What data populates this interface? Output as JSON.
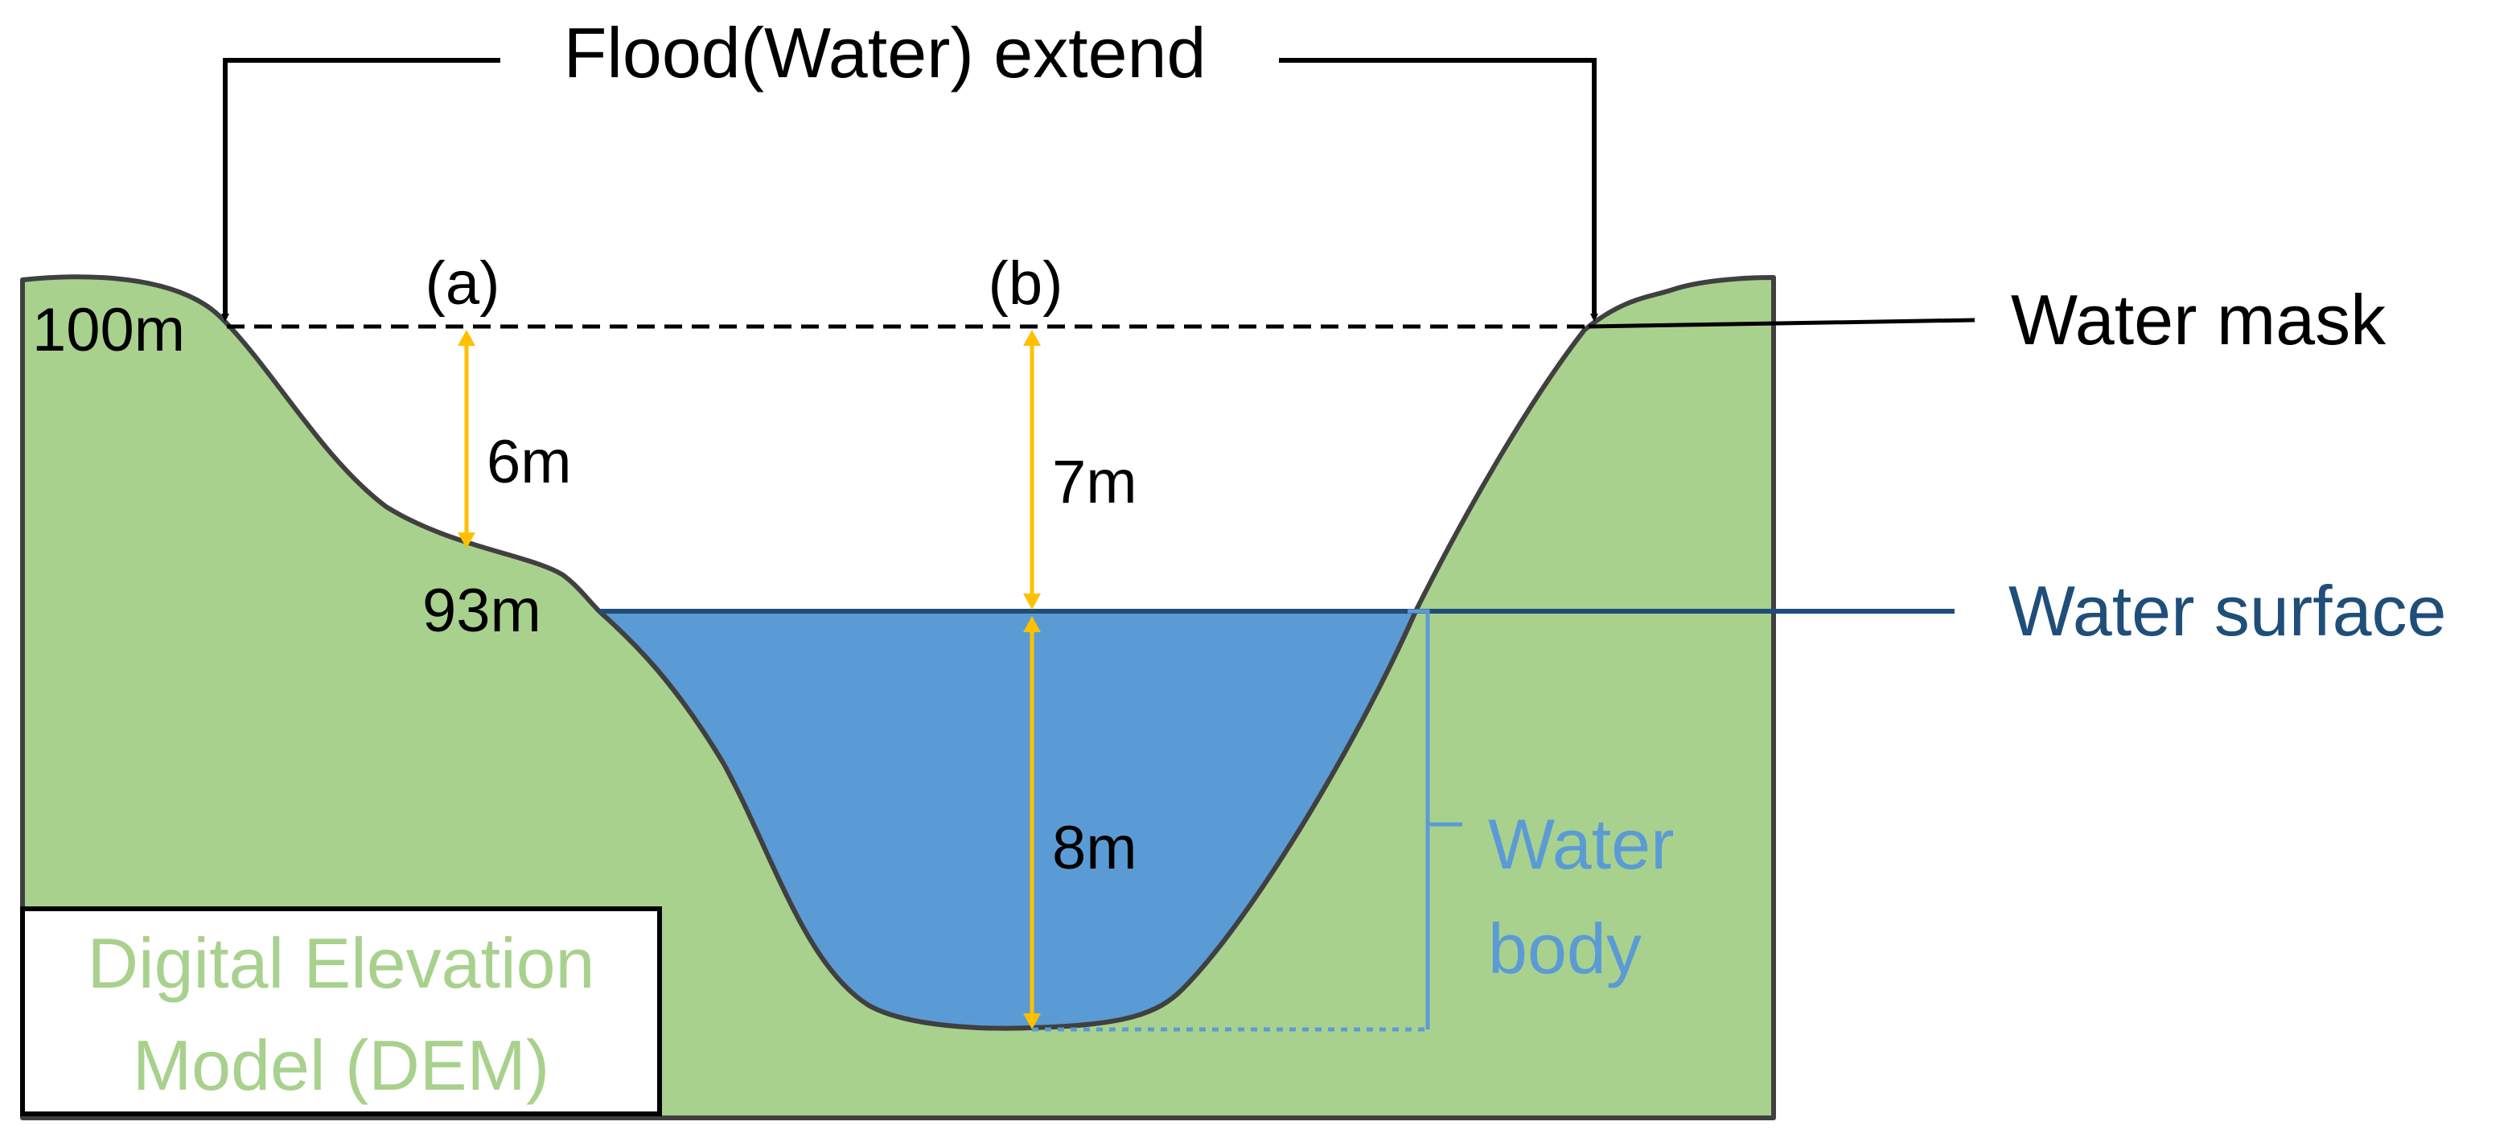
{
  "diagram": {
    "flood_extent_label": "Flood(Water) extend",
    "water_mask_label": "Water mask",
    "water_surface_label": "Water surface",
    "water_body_label_line1": "Water",
    "water_body_label_line2": "body",
    "dem_label_line1": "Digital Elevation",
    "dem_label_line2": "Model (DEM)",
    "elevation_top": "100m",
    "elevation_mid": "93m",
    "point_a_label": "(a)",
    "point_b_label": "(b)",
    "depth_a": "6m",
    "depth_b_above": "7m",
    "depth_b_below": "8m"
  },
  "colors": {
    "terrain": "#a9d18e",
    "water": "#5b9bd5",
    "water_surface_line": "#1f4e79",
    "water_body_label": "#5b9bd5",
    "dem_label": "#a9d18e",
    "arrows": "#ffc000",
    "outline": "#404040"
  }
}
